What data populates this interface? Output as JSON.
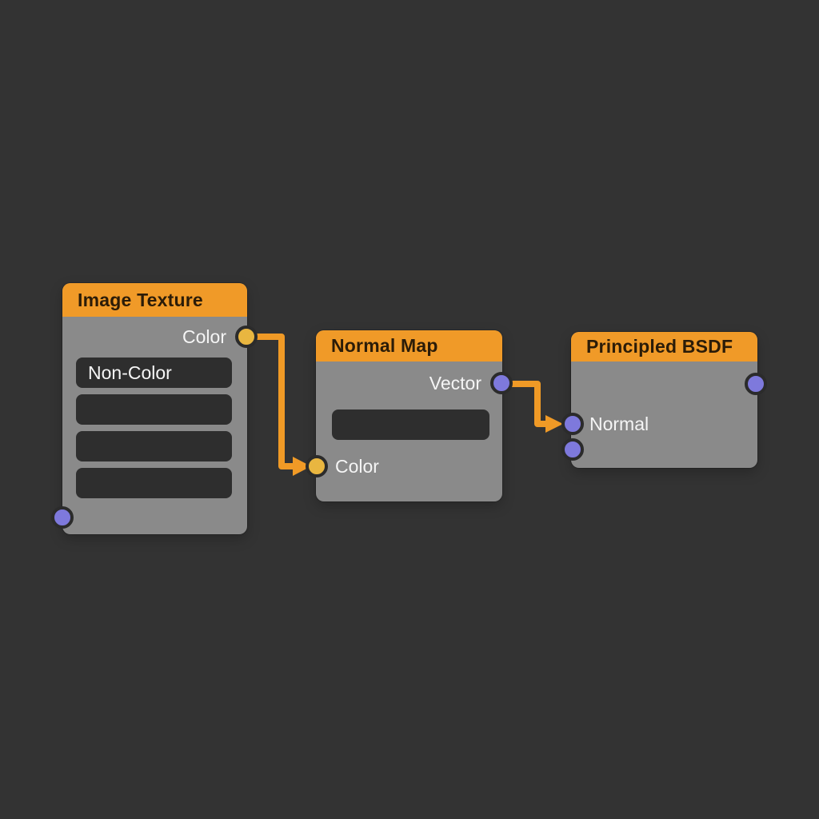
{
  "editor": {
    "background_color": "#333333",
    "type": "shader-node-graph"
  },
  "colors": {
    "node_header": "#f09a28",
    "node_body": "#8a8a8a",
    "field_background": "#2e2e2e",
    "wire": "#f09a26",
    "socket_yellow": "#e9b640",
    "socket_purple": "#7e79dc",
    "socket_ring": "#2b2b2b",
    "header_text": "#2b1c08",
    "label_text": "#f5f5f5"
  },
  "nodes": [
    {
      "title": "Image Texture",
      "outputs": [
        {
          "name": "Color",
          "socket_color": "yellow"
        }
      ],
      "fields": [
        {
          "value": "Non-Color"
        },
        {
          "value": ""
        },
        {
          "value": ""
        },
        {
          "value": ""
        }
      ],
      "inputs": [
        {
          "name": "",
          "socket_color": "purple"
        }
      ]
    },
    {
      "title": "Normal Map",
      "outputs": [
        {
          "name": "Vector",
          "socket_color": "purple"
        }
      ],
      "fields": [
        {
          "value": ""
        }
      ],
      "inputs": [
        {
          "name": "Color",
          "socket_color": "yellow"
        }
      ]
    },
    {
      "title": "Principled BSDF",
      "outputs": [
        {
          "name": "",
          "socket_color": "purple"
        }
      ],
      "fields": [],
      "inputs": [
        {
          "name": "Normal",
          "socket_color": "purple"
        },
        {
          "name": "",
          "socket_color": "purple"
        }
      ]
    }
  ],
  "connections": [
    {
      "from_node": "Image Texture",
      "from_socket": "Color",
      "to_node": "Normal Map",
      "to_socket": "Color"
    },
    {
      "from_node": "Normal Map",
      "from_socket": "Vector",
      "to_node": "Principled BSDF",
      "to_socket": "Normal"
    }
  ]
}
